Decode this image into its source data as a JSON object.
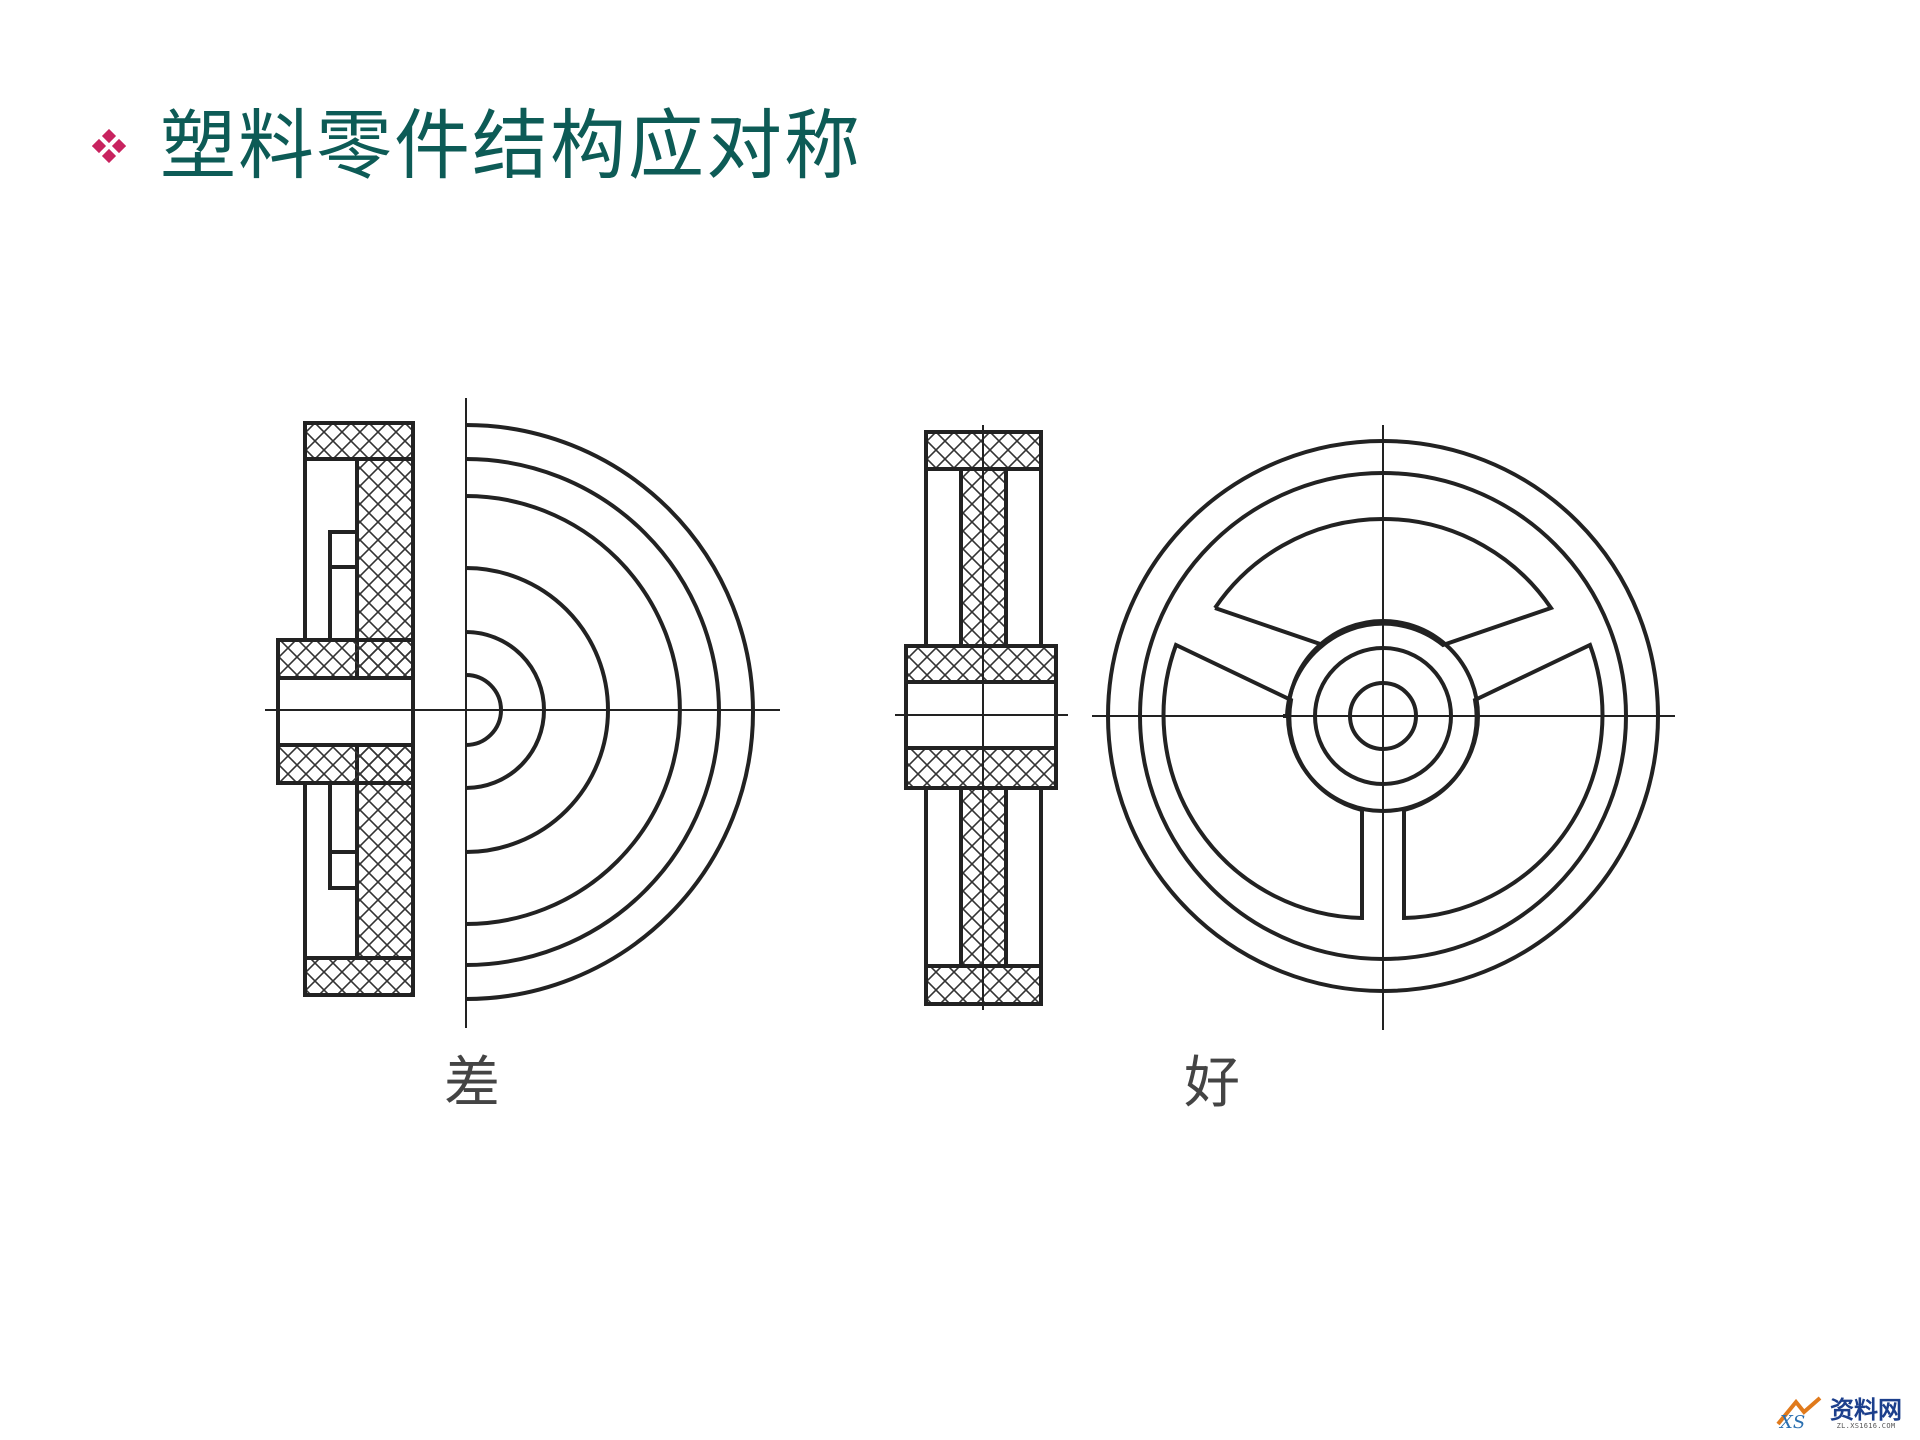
{
  "title": "塑料零件结构应对称",
  "bullet": {
    "icon": "diamond-cluster-bullet-icon",
    "color": "#c8235f"
  },
  "title_color": "#0d5b56",
  "diagrams": {
    "bad": {
      "caption": "差"
    },
    "good": {
      "caption": "好"
    }
  },
  "watermark": {
    "main": "资料网",
    "sub": "ZL.XS1616.COM"
  }
}
